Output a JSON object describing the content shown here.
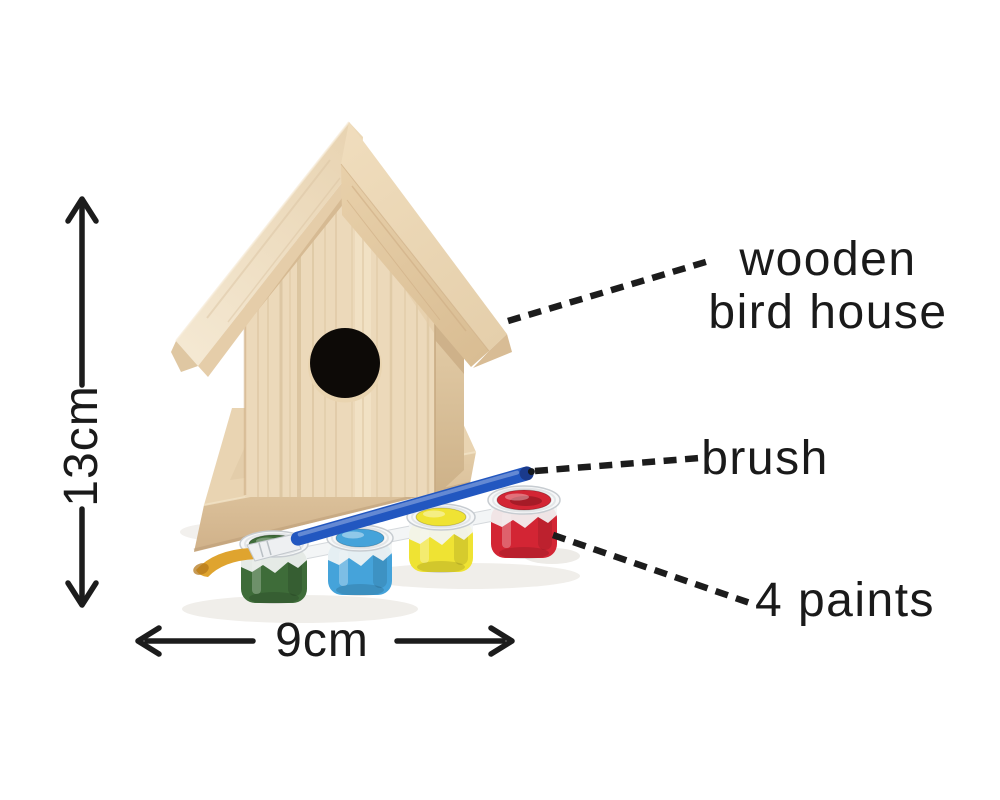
{
  "labels": {
    "birdhouse": {
      "line1": "wooden",
      "line2": "bird house"
    },
    "brush": {
      "text": "brush"
    },
    "paints": {
      "text": "4 paints"
    }
  },
  "dimensions": {
    "height": "13cm",
    "width": "9cm"
  },
  "colors": {
    "annotation": "#1c1c1c",
    "wood": "#ecd9ba",
    "paint_green": "#3e6c39",
    "paint_blue": "#45a3da",
    "paint_yellow": "#efe333",
    "paint_red": "#d32534",
    "brush_handle": "#2257c0",
    "brush_bristles": "#dfa42f",
    "hole": "#0d0a07"
  },
  "paint_pot_order": [
    "green",
    "blue",
    "yellow",
    "red"
  ]
}
